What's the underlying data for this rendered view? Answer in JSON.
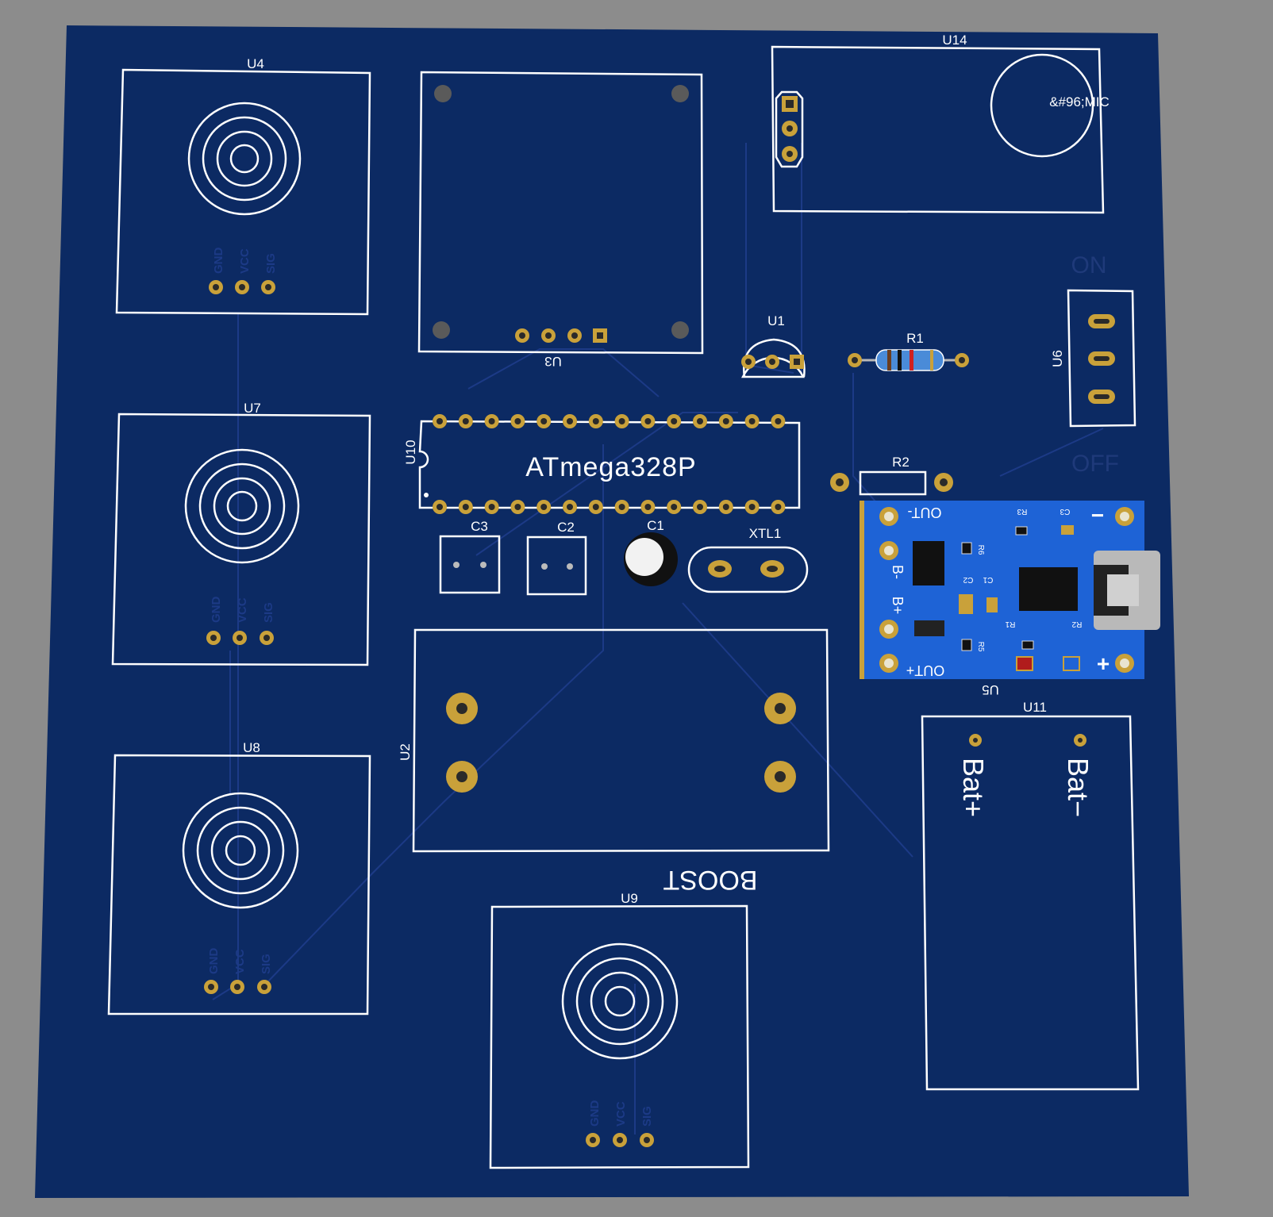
{
  "board": {
    "colors": {
      "background": "#8c8c8c",
      "pcb": "#0c2a63",
      "silkscreen": "#ffffff",
      "copper": "#c9a13a",
      "module": "#1e63d6"
    },
    "refs": {
      "u4": "U4",
      "u7": "U7",
      "u8": "U8",
      "u9": "U9",
      "u3": "U3",
      "u14": "U14",
      "u1": "U1",
      "r1": "R1",
      "r2": "R2",
      "u6": "U6",
      "u10": "U10",
      "c1": "C1",
      "c2": "C2",
      "c3": "C3",
      "xtl1": "XTL1",
      "u2": "U2",
      "u5": "U5",
      "u11": "U11"
    },
    "pin_labels": {
      "gnd": "GND",
      "vcc": "VCC",
      "sig": "SIG"
    },
    "mcu_label": "ATmega328P",
    "mic_label": "&#96;MIC",
    "switch": {
      "on": "ON",
      "off": "OFF"
    },
    "boost_label": "BOOST",
    "battery": {
      "pos": "Bat+",
      "neg": "Bat−"
    },
    "charger": {
      "out_neg": "OUT-",
      "out_pos": "OUT+",
      "b_neg": "B-",
      "b_pos": "B+",
      "minus": "−",
      "plus": "+",
      "r3": "R3",
      "c3": "C3",
      "r6": "R6",
      "c2": "C2",
      "c1": "C1",
      "r1": "R1",
      "r2": "R2",
      "r5": "R5"
    }
  }
}
